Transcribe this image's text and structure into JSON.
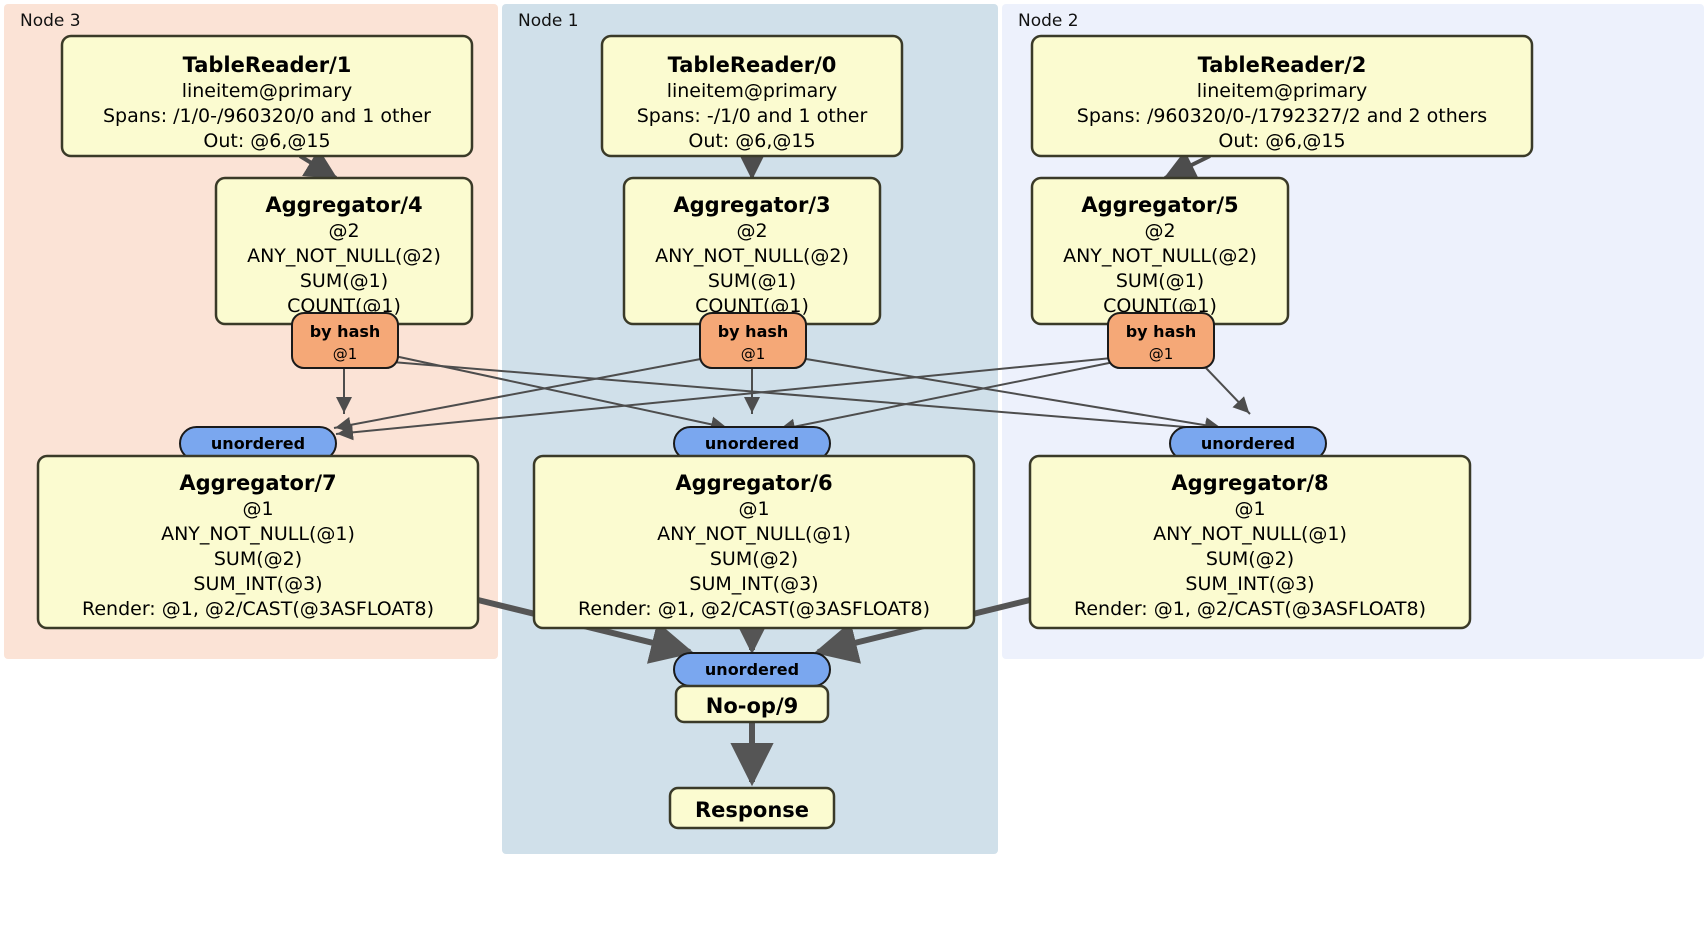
{
  "diagram": {
    "type": "distributed-query-plan",
    "nodes": [
      {
        "id": "node3",
        "label": "Node 3",
        "color": "#fbe3d6"
      },
      {
        "id": "node1",
        "label": "Node 1",
        "color": "#d0e0ea"
      },
      {
        "id": "node2",
        "label": "Node 2",
        "color": "#edf1fc"
      }
    ],
    "colors": {
      "processor_fill": "#fbfbd0",
      "processor_stroke": "#3a3a28",
      "hash_fill": "#f5a877",
      "hash_stroke": "#1a1a1a",
      "unordered_fill": "#7aa7ef",
      "unordered_stroke": "#1a1a1a",
      "edge": "#4d4d4d",
      "thick_edge": "#555555"
    },
    "processors": [
      {
        "id": "tablereader1",
        "node": "node3",
        "title": "TableReader/1",
        "lines": [
          "lineitem@primary",
          "Spans: /1/0-/960320/0 and 1 other",
          "Out: @6,@15"
        ]
      },
      {
        "id": "tablereader0",
        "node": "node1",
        "title": "TableReader/0",
        "lines": [
          "lineitem@primary",
          "Spans: -/1/0 and 1 other",
          "Out: @6,@15"
        ]
      },
      {
        "id": "tablereader2",
        "node": "node2",
        "title": "TableReader/2",
        "lines": [
          "lineitem@primary",
          "Spans: /960320/0-/1792327/2 and 2 others",
          "Out: @6,@15"
        ]
      },
      {
        "id": "aggregator4",
        "node": "node3",
        "title": "Aggregator/4",
        "lines": [
          "@2",
          "ANY_NOT_NULL(@2)",
          "SUM(@1)",
          "COUNT(@1)"
        ]
      },
      {
        "id": "aggregator3",
        "node": "node1",
        "title": "Aggregator/3",
        "lines": [
          "@2",
          "ANY_NOT_NULL(@2)",
          "SUM(@1)",
          "COUNT(@1)"
        ]
      },
      {
        "id": "aggregator5",
        "node": "node2",
        "title": "Aggregator/5",
        "lines": [
          "@2",
          "ANY_NOT_NULL(@2)",
          "SUM(@1)",
          "COUNT(@1)"
        ]
      },
      {
        "id": "aggregator7",
        "node": "node3",
        "title": "Aggregator/7",
        "lines": [
          "@1",
          "ANY_NOT_NULL(@1)",
          "SUM(@2)",
          "SUM_INT(@3)",
          "Render: @1, @2/CAST(@3ASFLOAT8)"
        ]
      },
      {
        "id": "aggregator6",
        "node": "node1",
        "title": "Aggregator/6",
        "lines": [
          "@1",
          "ANY_NOT_NULL(@1)",
          "SUM(@2)",
          "SUM_INT(@3)",
          "Render: @1, @2/CAST(@3ASFLOAT8)"
        ]
      },
      {
        "id": "aggregator8",
        "node": "node2",
        "title": "Aggregator/8",
        "lines": [
          "@1",
          "ANY_NOT_NULL(@1)",
          "SUM(@2)",
          "SUM_INT(@3)",
          "Render: @1, @2/CAST(@3ASFLOAT8)"
        ]
      },
      {
        "id": "noop9",
        "node": "node1",
        "title": "No-op/9",
        "lines": []
      },
      {
        "id": "response",
        "node": "node1",
        "title": "Response",
        "lines": []
      }
    ],
    "routers": [
      {
        "id": "byhash-left",
        "node": "node3",
        "label": "by hash",
        "sublabel": "@1"
      },
      {
        "id": "byhash-center",
        "node": "node1",
        "label": "by hash",
        "sublabel": "@1"
      },
      {
        "id": "byhash-right",
        "node": "node2",
        "label": "by hash",
        "sublabel": "@1"
      }
    ],
    "synchronizers": [
      {
        "id": "unordered-left",
        "node": "node3",
        "label": "unordered"
      },
      {
        "id": "unordered-center",
        "node": "node1",
        "label": "unordered"
      },
      {
        "id": "unordered-right",
        "node": "node2",
        "label": "unordered"
      },
      {
        "id": "unordered-final",
        "node": "node1",
        "label": "unordered"
      }
    ]
  }
}
